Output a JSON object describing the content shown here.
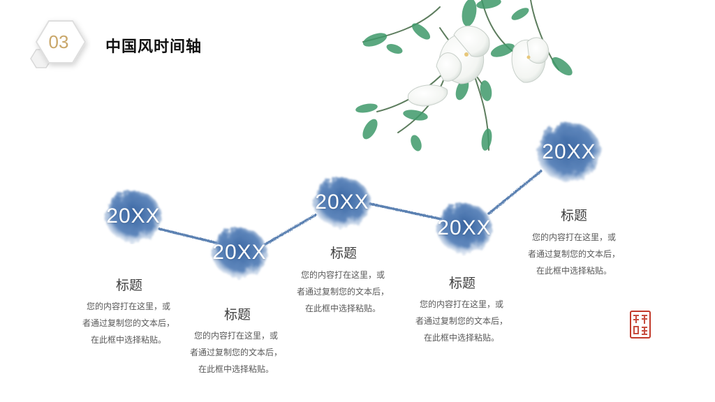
{
  "header": {
    "number": "03",
    "title": "中国风时间轴"
  },
  "colors": {
    "ink_blue": "#4a73a9",
    "gold": "#c9a76a",
    "seal_red": "#c23a2b"
  },
  "timeline": [
    {
      "year": "20XX",
      "title": "标题",
      "desc": [
        "您的内容打在这里，或",
        "者通过复制您的文本后，",
        "在此框中选择粘贴。"
      ]
    },
    {
      "year": "20XX",
      "title": "标题",
      "desc": [
        "您的内容打在这里，或",
        "者通过复制您的文本后，",
        "在此框中选择粘贴。"
      ]
    },
    {
      "year": "20XX",
      "title": "标题",
      "desc": [
        "您的内容打在这里，或",
        "者通过复制您的文本后，",
        "在此框中选择粘贴。"
      ]
    },
    {
      "year": "20XX",
      "title": "标题",
      "desc": [
        "您的内容打在这里，或",
        "者通过复制您的文本后，",
        "在此框中选择粘贴。"
      ]
    },
    {
      "year": "20XX",
      "title": "标题",
      "desc": [
        "您的内容打在这里，或",
        "者通过复制您的文本后，",
        "在此框中选择粘贴。"
      ]
    }
  ]
}
